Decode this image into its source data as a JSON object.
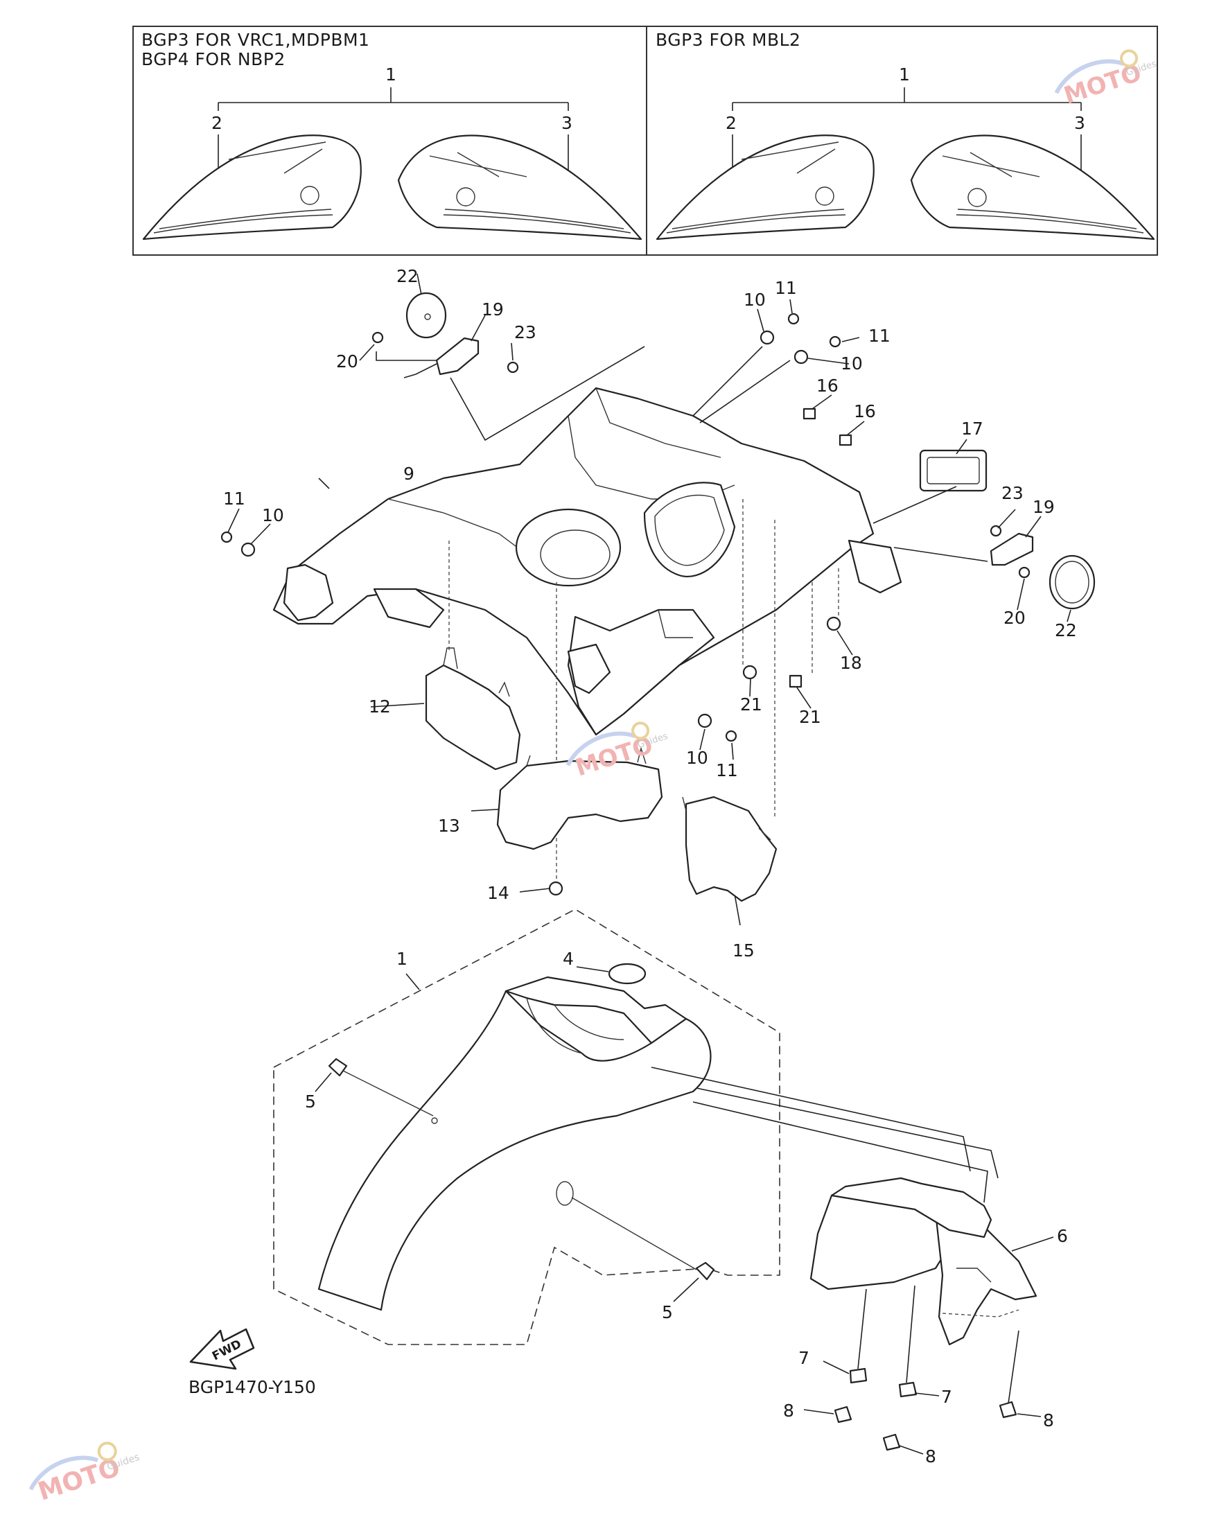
{
  "inset_left": {
    "header_line1": "BGP3 FOR VRC1,MDPBM1",
    "header_line2": "BGP4 FOR NBP2",
    "labels": [
      "1",
      "2",
      "3"
    ]
  },
  "inset_right": {
    "header_line1": "BGP3 FOR MBL2",
    "labels": [
      "1",
      "2",
      "3"
    ]
  },
  "callouts": {
    "c22a": "22",
    "c19a": "19",
    "c23a": "23",
    "c20a": "20",
    "c10a": "10",
    "c11a": "11",
    "c11b": "11",
    "c10b": "10",
    "c16a": "16",
    "c16b": "16",
    "c17": "17",
    "c9": "9",
    "c11c": "11",
    "c10c": "10",
    "c23b": "23",
    "c19b": "19",
    "c20b": "20",
    "c22b": "22",
    "c18": "18",
    "c21a": "21",
    "c21b": "21",
    "c12": "12",
    "c10d": "10",
    "c11d": "11",
    "c13": "13",
    "c14": "14",
    "c15": "15",
    "c1": "1",
    "c4": "4",
    "c5a": "5",
    "c5b": "5",
    "c6": "6",
    "c7a": "7",
    "c7b": "7",
    "c8a": "8",
    "c8b": "8",
    "c8c": "8"
  },
  "fwd_label": "FWD",
  "diagram_code": "BGP1470-Y150",
  "watermark": {
    "brand": "MOTO",
    "sub": "Guides"
  }
}
